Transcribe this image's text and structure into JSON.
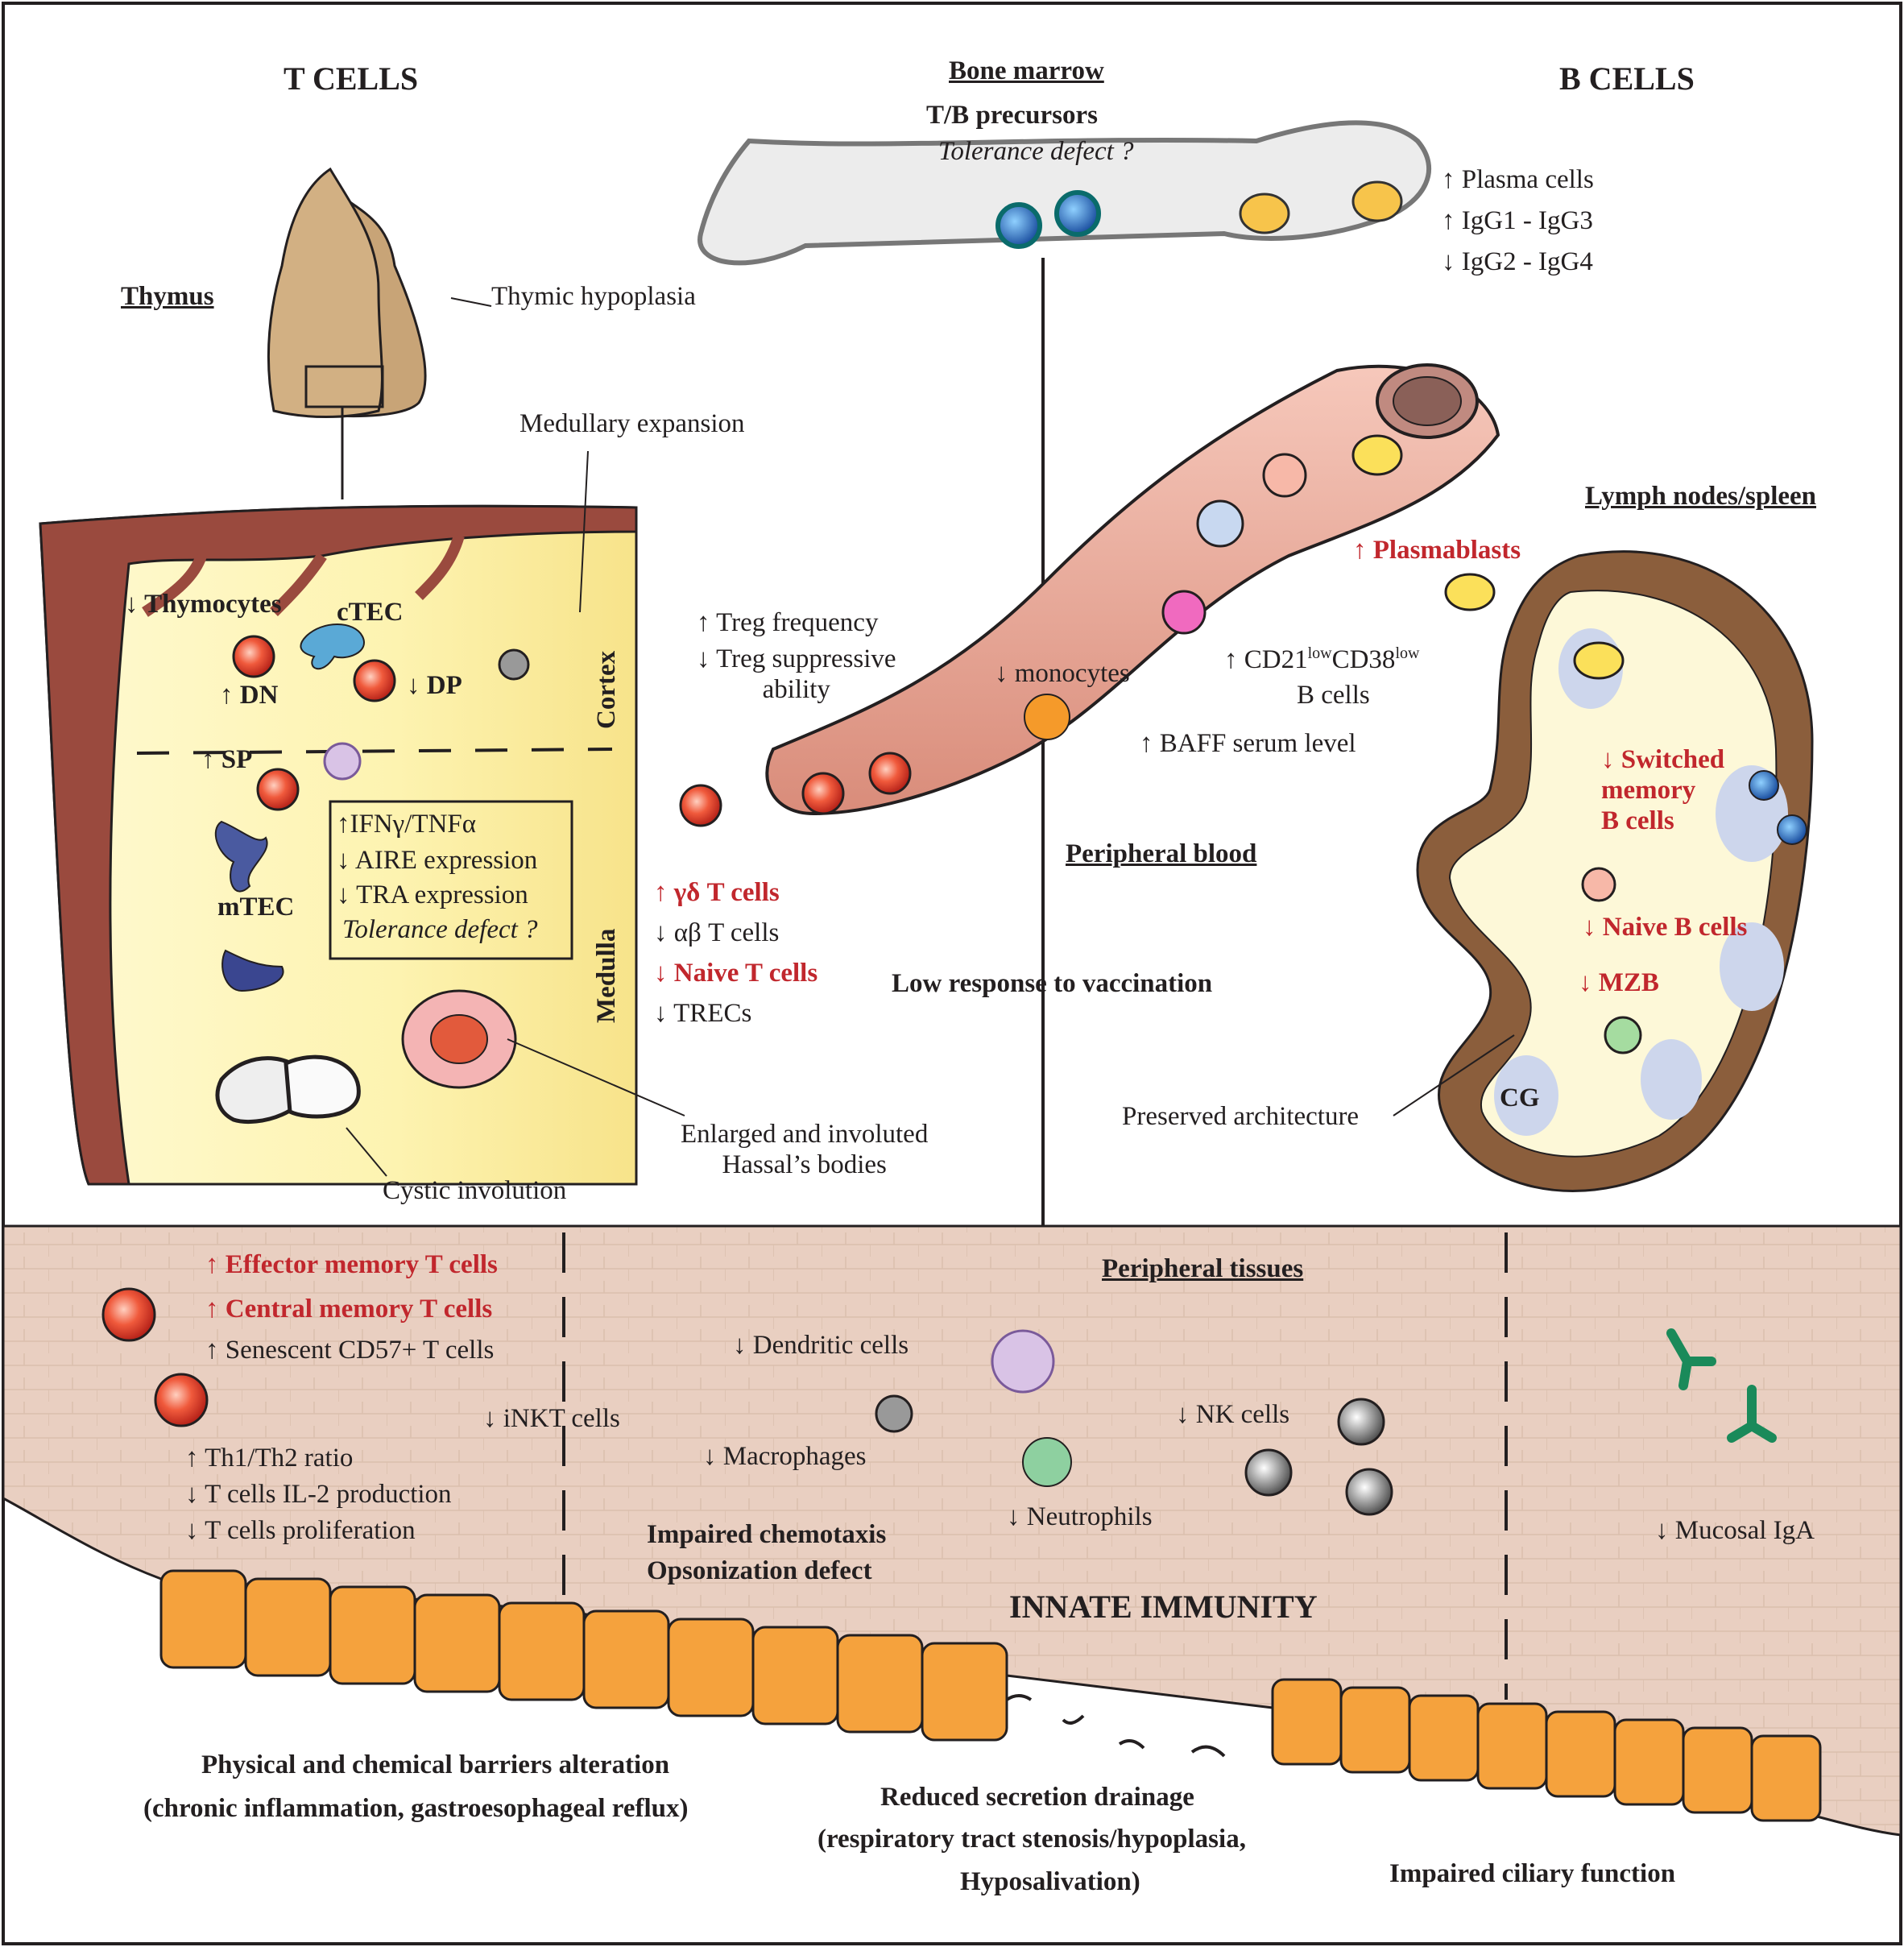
{
  "headers": {
    "t_cells": "T CELLS",
    "b_cells": "B CELLS"
  },
  "bone_marrow": {
    "title": "Bone marrow",
    "subtitle": "T/B precursors",
    "note": "Tolerance defect ?",
    "items": [
      "↑ Plasma cells",
      "↑ IgG1 - IgG3",
      "↓ IgG2 - IgG4"
    ]
  },
  "thymus": {
    "title": "Thymus",
    "hypoplasia": "Thymic hypoplasia",
    "medullary_expansion": "Medullary expansion",
    "thymocytes": "↓ Thymocytes",
    "ctec": "cTEC",
    "dn": "↑ DN",
    "dp": "↓ DP",
    "sp": "↑ SP",
    "mtec": "mTEC",
    "cortex": "Cortex",
    "medulla": "Medulla",
    "box": [
      "↑IFNγ/TNFα",
      "↓ AIRE expression",
      "↓ TRA expression",
      "Tolerance defect ?"
    ],
    "cystic": "Cystic involution",
    "hassal": "Enlarged and involuted\nHassal’s bodies"
  },
  "blood": {
    "title": "Peripheral blood",
    "treg1": "↑ Treg frequency",
    "treg2": "↓ Treg suppressive\nability",
    "monocytes": "↓ monocytes",
    "plasmablasts": "↑ Plasmablasts",
    "cd21_pre": "↑ CD21",
    "cd21_sup1": "low",
    "cd21_mid": "CD38",
    "cd21_sup2": "low",
    "bcells": "B cells",
    "baff": "↑  BAFF serum level",
    "gd": "↑ γδ T cells",
    "ab": "↓ αβ T cells",
    "naive_t": "↓ Naive T cells",
    "trecs": "↓ TRECs",
    "vaccination": "Low response to vaccination"
  },
  "lymph": {
    "title": "Lymph nodes/spleen",
    "switched": "↓ Switched\nmemory\nB cells",
    "naive_b": "↓ Naive B cells",
    "mzb": "↓ MZB",
    "cg": "CG",
    "preserved": "Preserved architecture"
  },
  "tissues": {
    "title": "Peripheral tissues",
    "effector": "↑  Effector memory T cells",
    "central": "↑ Central memory T cells",
    "senescent": "↑ Senescent CD57+ T cells",
    "inkt": "↓ iNKT cells",
    "th": "↑ Th1/Th2 ratio",
    "il2": "↓ T cells IL-2 production",
    "prolif": "↓ T cells proliferation",
    "dendritic": "↓ Dendritic cells",
    "macrophages": "↓ Macrophages",
    "nk": "↓ NK cells",
    "neutrophils": "↓ Neutrophils",
    "chemotaxis": "Impaired chemotaxis",
    "opsonization": "Opsonization defect",
    "innate": "INNATE IMMUNITY",
    "iga": "↓ Mucosal IgA",
    "barrier1": "Physical and chemical barriers alteration",
    "barrier2": "(chronic inflammation, gastroesophageal reflux)",
    "drain1": "Reduced secretion drainage",
    "drain2": "(respiratory tract stenosis/hypoplasia,",
    "drain3": "Hyposalivation)",
    "ciliary": "Impaired ciliary function"
  },
  "colors": {
    "vessel": "#e8a394",
    "thymus_bg": "#fdf6c3",
    "tissue": "#e9cfc1",
    "red_text": "#c1272d",
    "spleen_outer": "#8b5e3c",
    "epithelium": "#f5a23d"
  }
}
